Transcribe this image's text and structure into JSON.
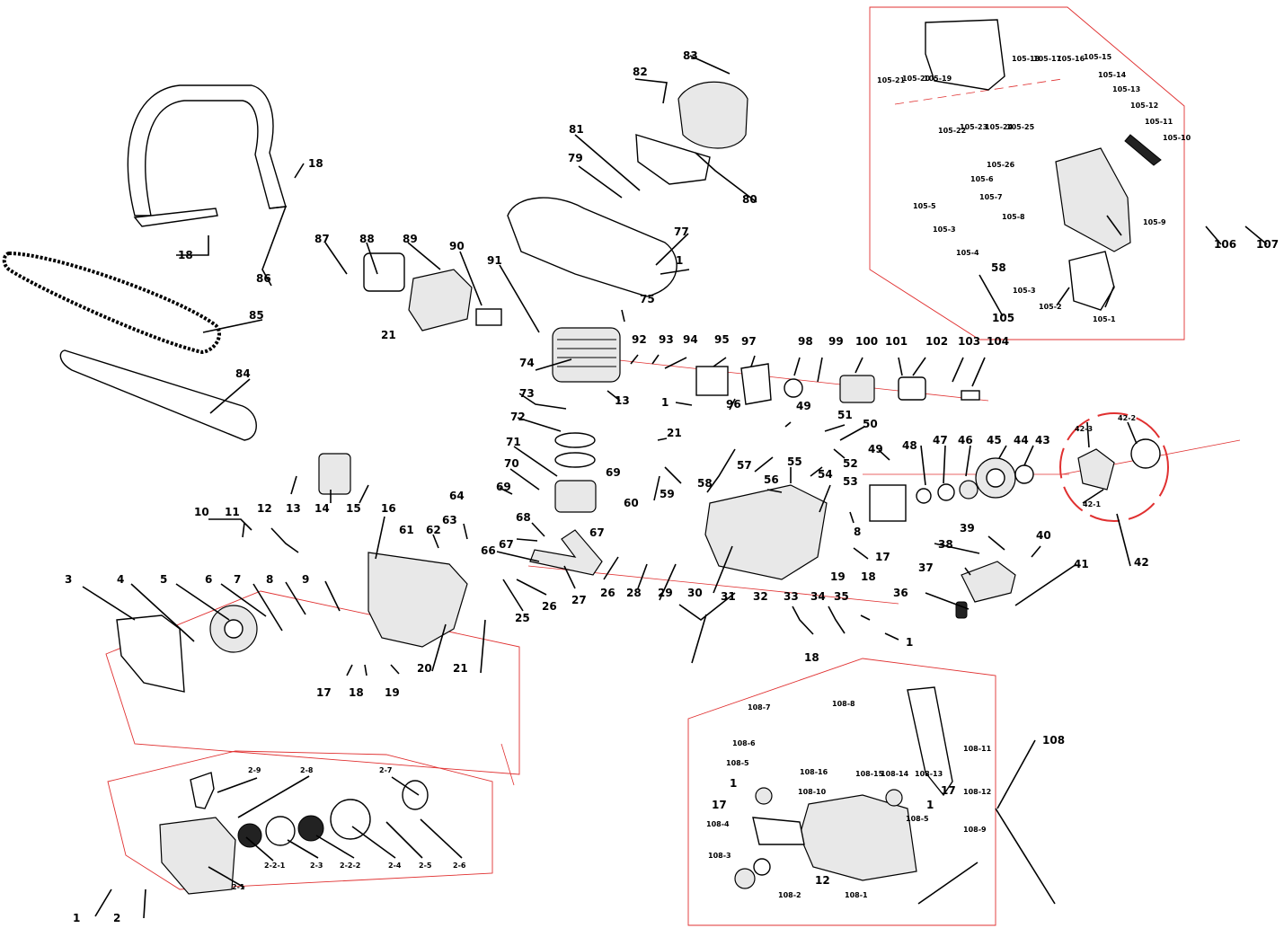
{
  "labels": {
    "p1a": "1",
    "p1b": "1",
    "p1c": "1",
    "p1d": "1",
    "p1e": "1",
    "p1f": "1",
    "p2": "2",
    "p3": "3",
    "p4": "4",
    "p5": "5",
    "p6": "6",
    "p7": "7",
    "p8": "8",
    "p8b": "8",
    "p9": "9",
    "p10": "10",
    "p11": "11",
    "p12": "12",
    "p12b": "12",
    "p13": "13",
    "p13b": "13",
    "p14": "14",
    "p15": "15",
    "p16": "16",
    "p17": "17",
    "p17b": "17",
    "p17c": "17",
    "p17d": "17",
    "p18a": "18",
    "p18b": "18",
    "p18c": "18",
    "p18d": "18",
    "p18e": "18",
    "p19": "19",
    "p19b": "19",
    "p20": "20",
    "p21a": "21",
    "p21b": "21",
    "p21c": "21",
    "p25": "25",
    "p26": "26",
    "p26b": "26",
    "p27": "27",
    "p28": "28",
    "p29": "29",
    "p30": "30",
    "p31": "31",
    "p32": "32",
    "p33": "33",
    "p34": "34",
    "p35": "35",
    "p36": "36",
    "p37": "37",
    "p38": "38",
    "p39": "39",
    "p40": "40",
    "p41": "41",
    "p42": "42",
    "p42_1": "42-1",
    "p42_2": "42-2",
    "p42_3": "42-3",
    "p43": "43",
    "p44": "44",
    "p45": "45",
    "p46": "46",
    "p47": "47",
    "p48": "48",
    "p49a": "49",
    "p49b": "49",
    "p50": "50",
    "p51": "51",
    "p52": "52",
    "p53": "53",
    "p54": "54",
    "p55": "55",
    "p56": "56",
    "p57": "57",
    "p58": "58",
    "p58b": "58",
    "p59": "59",
    "p60": "60",
    "p61": "61",
    "p62": "62",
    "p63": "63",
    "p64": "64",
    "p66": "66",
    "p67a": "67",
    "p67b": "67",
    "p68": "68",
    "p69a": "69",
    "p69b": "69",
    "p70": "70",
    "p71": "71",
    "p72": "72",
    "p73": "73",
    "p74": "74",
    "p75": "75",
    "p77": "77",
    "p79": "79",
    "p80": "80",
    "p81": "81",
    "p82": "82",
    "p83": "83",
    "p84": "84",
    "p85": "85",
    "p86": "86",
    "p87": "87",
    "p88": "88",
    "p89": "89",
    "p90": "90",
    "p91": "91",
    "p92": "92",
    "p93": "93",
    "p94": "94",
    "p95": "95",
    "p96": "96",
    "p97": "97",
    "p98": "98",
    "p99": "99",
    "p100": "100",
    "p101": "101",
    "p102": "102",
    "p103": "103",
    "p104": "104",
    "p105": "105",
    "p106": "106",
    "p107": "107",
    "p108": "108",
    "p2_1": "2-1",
    "p2_2_1": "2-2-1",
    "p2_2_2": "2-2-2",
    "p2_3": "2-3",
    "p2_4": "2-4",
    "p2_5": "2-5",
    "p2_6": "2-6",
    "p2_7": "2-7",
    "p2_8": "2-8",
    "p2_9": "2-9",
    "p105_1": "105-1",
    "p105_2": "105-2",
    "p105_3": "105-3",
    "p105_3b": "105-3",
    "p105_4": "105-4",
    "p105_5": "105-5",
    "p105_6": "105-6",
    "p105_7": "105-7",
    "p105_8": "105-8",
    "p105_9": "105-9",
    "p105_10": "105-10",
    "p105_11": "105-11",
    "p105_12": "105-12",
    "p105_13": "105-13",
    "p105_14": "105-14",
    "p105_15": "105-15",
    "p105_16": "105-16",
    "p105_17": "105-17",
    "p105_18": "105-18",
    "p105_19": "105-19",
    "p105_20": "105-20",
    "p105_21": "105-21",
    "p105_22": "105-22",
    "p105_23": "105-23",
    "p105_24": "105-24",
    "p105_25": "105-25",
    "p105_26": "105-26",
    "p108_1": "108-1",
    "p108_2": "108-2",
    "p108_3": "108-3",
    "p108_4": "108-4",
    "p108_5": "108-5",
    "p108_5b": "108-5",
    "p108_6": "108-6",
    "p108_7": "108-7",
    "p108_8": "108-8",
    "p108_9": "108-9",
    "p108_10": "108-10",
    "p108_11": "108-11",
    "p108_12": "108-12",
    "p108_13": "108-13",
    "p108_14": "108-14",
    "p108_15": "108-15",
    "p108_16": "108-16"
  },
  "colors": {
    "outline": "#000000",
    "assembly_frame": "#e03030",
    "background": "#ffffff"
  }
}
